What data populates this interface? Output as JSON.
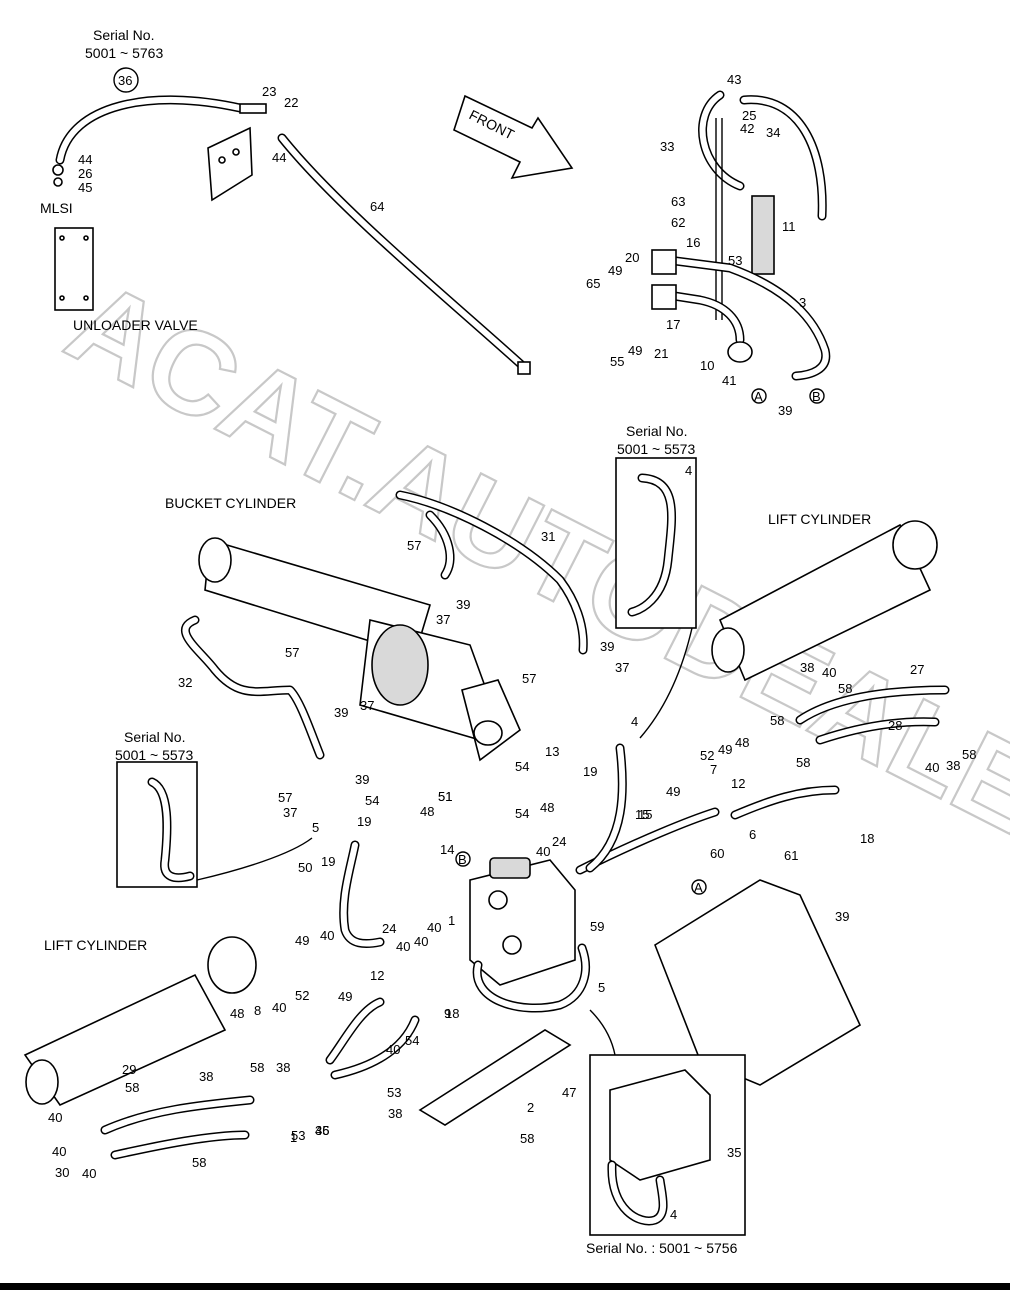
{
  "watermark": "ACAT.AUTODEALER.RU",
  "arrow_front": "FRONT",
  "captions": {
    "serial_top": [
      "Serial No.",
      "5001 ~ 5763"
    ],
    "mlsi": "MLSI",
    "unloader_valve": "UNLOADER VALVE",
    "bucket_cylinder": "BUCKET CYLINDER",
    "lift_cylinder_right": "LIFT CYLINDER",
    "lift_cylinder_left": "LIFT CYLINDER",
    "serial_box_4": [
      "Serial No.",
      "5001 ~ 5573"
    ],
    "serial_box_5": [
      "Serial No.",
      "5001 ~ 5573"
    ],
    "serial_bottom": "Serial No. : 5001 ~ 5756"
  },
  "circled_refs": [
    "36"
  ],
  "ref_markers": [
    "A",
    "B",
    "B",
    "A"
  ],
  "part_numbers": [
    "23",
    "22",
    "44",
    "44",
    "26",
    "45",
    "64",
    "43",
    "25",
    "42",
    "34",
    "33",
    "63",
    "62",
    "11",
    "16",
    "53",
    "20",
    "49",
    "65",
    "3",
    "17",
    "55",
    "49",
    "21",
    "10",
    "41",
    "39",
    "4",
    "31",
    "57",
    "39",
    "37",
    "27",
    "32",
    "57",
    "39",
    "37",
    "57",
    "39",
    "37",
    "38",
    "40",
    "58",
    "28",
    "58",
    "40",
    "38",
    "58",
    "58",
    "52",
    "49",
    "48",
    "7",
    "12",
    "54",
    "13",
    "19",
    "4",
    "49",
    "15",
    "54",
    "48",
    "51",
    "39",
    "57",
    "37",
    "19",
    "48",
    "51",
    "14",
    "54",
    "5",
    "24",
    "40",
    "6",
    "18",
    "15",
    "19",
    "50",
    "49",
    "40",
    "24",
    "40",
    "1",
    "60",
    "59",
    "61",
    "39",
    "40",
    "40",
    "12",
    "9",
    "52",
    "49",
    "48",
    "8",
    "40",
    "54",
    "18",
    "38",
    "40",
    "29",
    "58",
    "38",
    "40",
    "58",
    "53",
    "46",
    "53",
    "2",
    "47",
    "38",
    "58",
    "40",
    "30",
    "40",
    "58",
    "1",
    "35",
    "35",
    "4",
    "5"
  ]
}
